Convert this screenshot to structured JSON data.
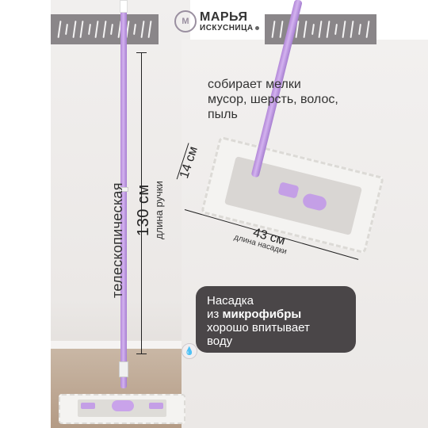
{
  "brand": {
    "logo_glyph": "М",
    "line1": "МАРЬЯ",
    "line2": "ИСКУСНИЦА"
  },
  "left": {
    "telescopic_label": "телескопическая",
    "length_value": "130 см",
    "length_label": "длина ручки"
  },
  "right": {
    "collect_text": "собирает мелки мусор, шерсть, волос, пыль",
    "width_value": "14 см",
    "length_value": "43 см",
    "length_label": "длина насадки"
  },
  "card": {
    "line1": "Насадка",
    "line2_prefix": "из ",
    "line2_bold": "микрофибры",
    "line3": "хорошо впитывает",
    "line4": "воду"
  },
  "icons": {
    "water": "water-drops-icon"
  },
  "colors": {
    "accent_lilac": "#c49fe6",
    "banner_gray": "#8a8689",
    "card_dark": "#4a4648"
  }
}
